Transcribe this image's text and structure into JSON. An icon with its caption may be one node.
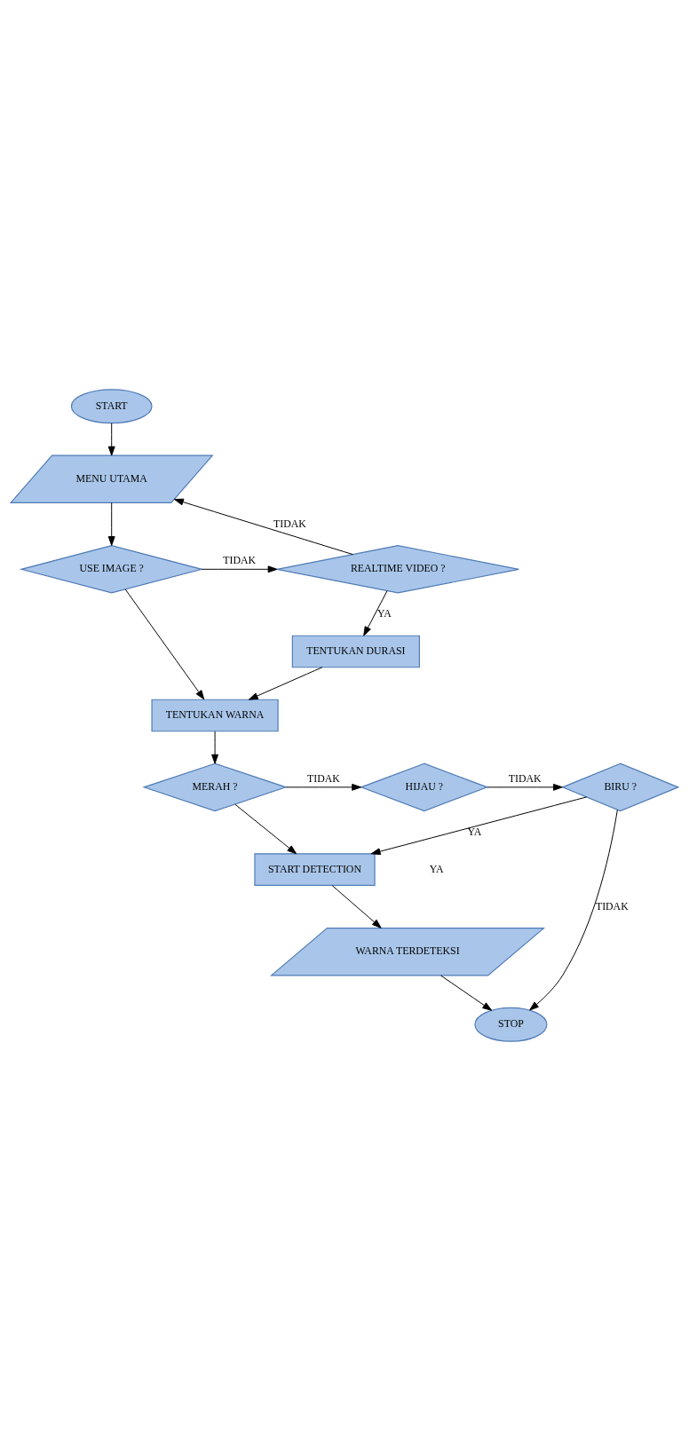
{
  "diagram": {
    "nodes": [
      {
        "text": [
          "START"
        ]
      },
      {
        "text": [
          "MENU UTAMA"
        ]
      },
      {
        "text": [
          "USE IMAGE ?"
        ]
      },
      {
        "text": [
          "REALTIME VIDEO ?"
        ]
      },
      {
        "text": [
          "TENTUKAN DURASI"
        ]
      },
      {
        "text": [
          "TENTUKAN WARNA"
        ]
      },
      {
        "text": [
          "MERAH ?"
        ]
      },
      {
        "text": [
          "HIJAU ?"
        ]
      },
      {
        "text": [
          "BIRU ?"
        ]
      },
      {
        "text": [
          "START DETECTION"
        ]
      },
      {
        "text": [
          "WARNA TERDETEKSI"
        ]
      },
      {
        "text": [
          "STOP"
        ]
      }
    ],
    "edges": [
      {
        "from": 0,
        "to": 1,
        "arrow": "to"
      },
      {
        "from": 1,
        "to": 2,
        "arrow": "to"
      },
      {
        "from": 2,
        "to": 3,
        "arrow": "to",
        "label": "TIDAK"
      },
      {
        "from": 3,
        "to": 1,
        "arrow": "to",
        "label": "TIDAK"
      },
      {
        "from": 3,
        "to": 4,
        "arrow": "to",
        "label": "YA"
      },
      {
        "from": 4,
        "to": 5,
        "arrow": "to"
      },
      {
        "from": 2,
        "to": 5,
        "arrow": "to"
      },
      {
        "from": 5,
        "to": 6,
        "arrow": "to"
      },
      {
        "from": 6,
        "to": 7,
        "arrow": "to",
        "label": "TIDAK"
      },
      {
        "from": 7,
        "to": 8,
        "arrow": "to",
        "label": "TIDAK"
      },
      {
        "from": 8,
        "to": 9,
        "arrow": "to",
        "label": "YA"
      },
      {
        "from": 6,
        "to": 9,
        "arrow": "to"
      },
      {
        "from": 9,
        "to": 10,
        "arrow": "to"
      },
      {
        "from": 10,
        "to": 11,
        "arrow": "to"
      },
      {
        "from": 8,
        "to": 11,
        "arrow": "to",
        "label": "TIDAK"
      }
    ],
    "labels": [
      "YA"
    ]
  }
}
